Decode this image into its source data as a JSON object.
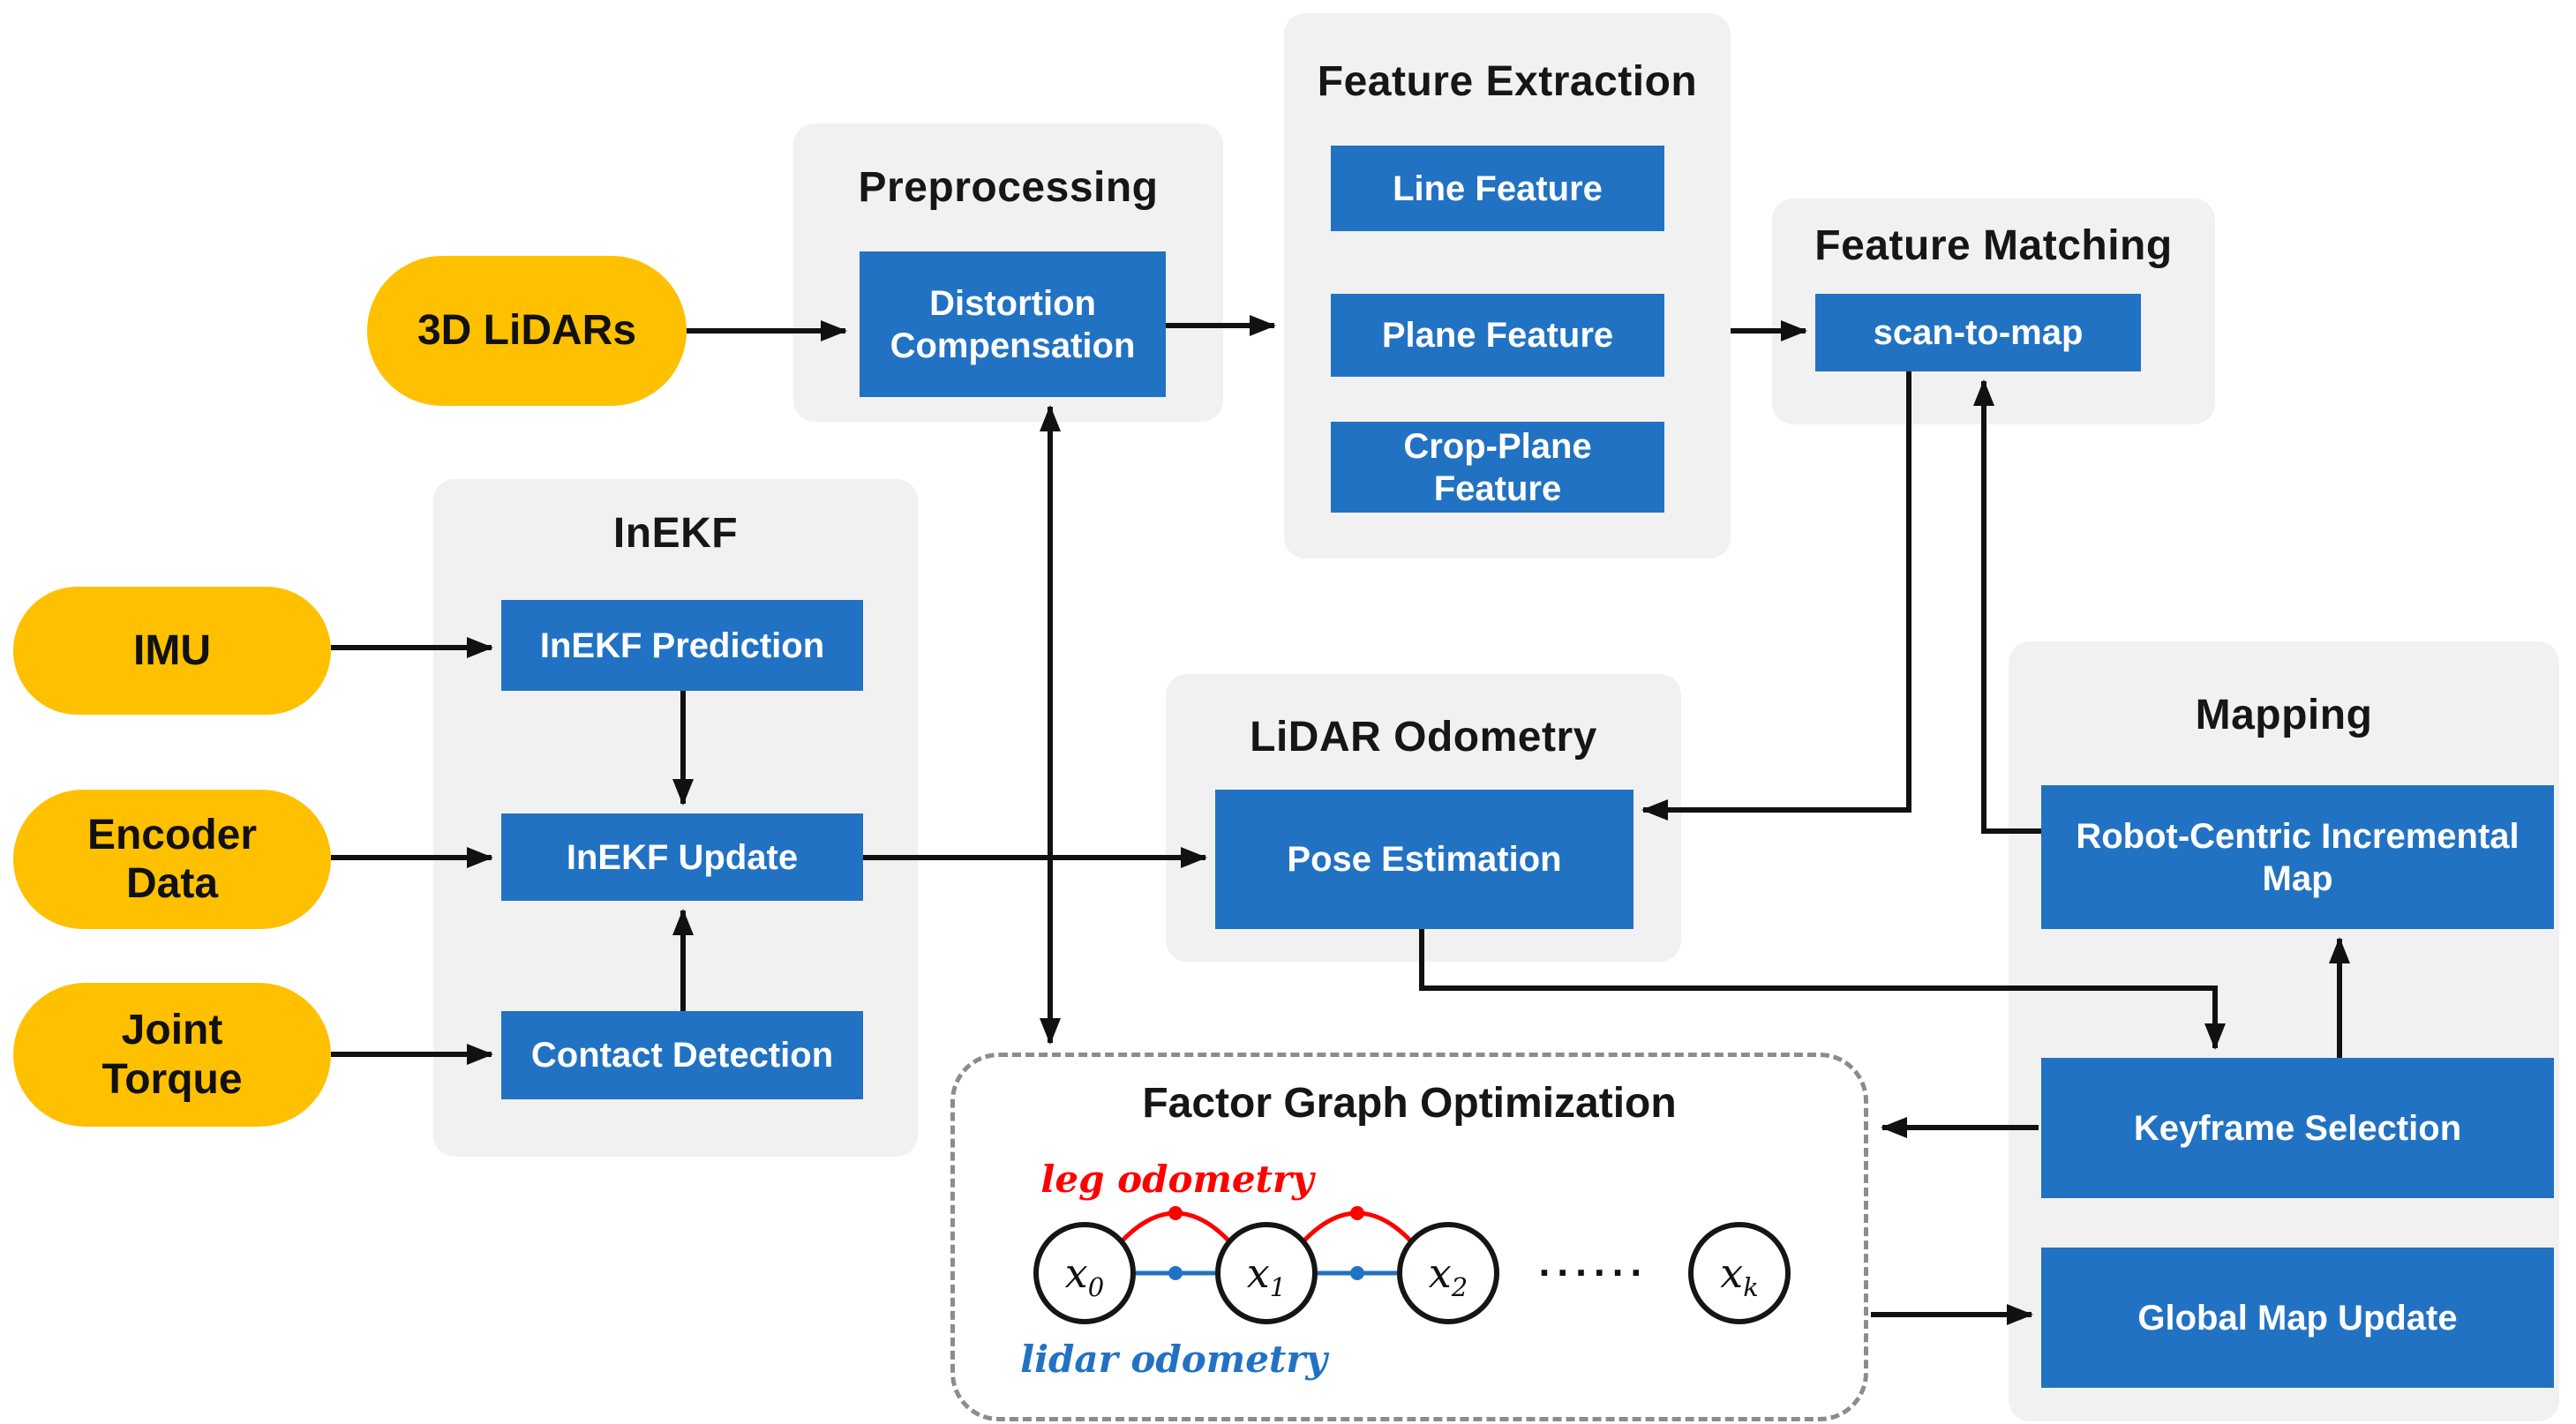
{
  "pills": {
    "lidars": "3D LiDARs",
    "imu": "IMU",
    "encoder": "Encoder Data",
    "joint_torque": "Joint Torque"
  },
  "groups": {
    "preprocessing": {
      "title": "Preprocessing",
      "distortion": "Distortion Compensation"
    },
    "feature_extraction": {
      "title": "Feature Extraction",
      "line": "Line Feature",
      "plane": "Plane Feature",
      "crop_plane": "Crop-Plane Feature"
    },
    "feature_matching": {
      "title": "Feature Matching",
      "scan_to_map": "scan-to-map"
    },
    "inekf": {
      "title": "InEKF",
      "prediction": "InEKF Prediction",
      "update": "InEKF Update",
      "contact": "Contact Detection"
    },
    "lidar_odometry": {
      "title": "LiDAR Odometry",
      "pose": "Pose Estimation"
    },
    "mapping": {
      "title": "Mapping",
      "robot_centric": "Robot-Centric Incremental Map",
      "keyframe": "Keyframe Selection",
      "global_map": "Global Map Update"
    }
  },
  "factor_graph": {
    "title": "Factor Graph Optimization",
    "leg_odometry_label": "leg odometry",
    "lidar_odometry_label": "lidar odometry",
    "ellipsis": "∙∙∙∙∙∙",
    "nodes": [
      {
        "base": "x",
        "sub": "0"
      },
      {
        "base": "x",
        "sub": "1"
      },
      {
        "base": "x",
        "sub": "2"
      },
      {
        "base": "x",
        "sub": "k"
      }
    ]
  },
  "edges": [
    {
      "from": "3D LiDARs",
      "to": "Distortion Compensation"
    },
    {
      "from": "Distortion Compensation",
      "to": "Feature Extraction"
    },
    {
      "from": "Feature Extraction",
      "to": "scan-to-map"
    },
    {
      "from": "IMU",
      "to": "InEKF Prediction"
    },
    {
      "from": "Encoder Data",
      "to": "InEKF Update"
    },
    {
      "from": "Joint Torque",
      "to": "Contact Detection"
    },
    {
      "from": "InEKF Prediction",
      "to": "InEKF Update"
    },
    {
      "from": "Contact Detection",
      "to": "InEKF Update"
    },
    {
      "from": "InEKF Update",
      "to": "Pose Estimation"
    },
    {
      "from": "InEKF Update",
      "to": "Distortion Compensation"
    },
    {
      "from": "InEKF Update",
      "to": "Factor Graph Optimization"
    },
    {
      "from": "scan-to-map",
      "to": "Pose Estimation"
    },
    {
      "from": "Robot-Centric Incremental Map",
      "to": "scan-to-map"
    },
    {
      "from": "Pose Estimation",
      "to": "Keyframe Selection"
    },
    {
      "from": "Keyframe Selection",
      "to": "Robot-Centric Incremental Map"
    },
    {
      "from": "Keyframe Selection",
      "to": "Factor Graph Optimization"
    },
    {
      "from": "Factor Graph Optimization",
      "to": "Global Map Update"
    }
  ],
  "colors": {
    "pill_orange": "#FFC000",
    "box_blue": "#2272C3",
    "group_gray": "#F1F1F1",
    "leg_odometry_red": "#FF0000",
    "lidar_odometry_blue": "#2272C3",
    "arrow_black": "#111111"
  }
}
